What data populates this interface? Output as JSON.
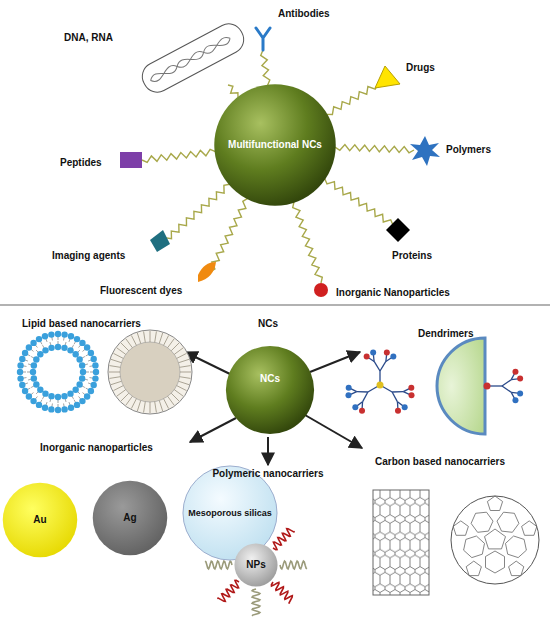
{
  "diagram": {
    "nodes": [
      {
        "text": [
          "Multifunctional NCs"
        ]
      },
      {
        "text": [
          "NCs"
        ]
      },
      {
        "text": [
          "Au"
        ]
      },
      {
        "text": [
          "Ag"
        ]
      },
      {
        "text": [
          "Mesoporous silicas"
        ]
      },
      {
        "text": [
          "NPs"
        ]
      }
    ],
    "labels": [
      "Antibodies",
      "DNA, RNA",
      "Drugs",
      "Polymers",
      "Peptides",
      "Proteins",
      "Imaging agents",
      "Fluorescent dyes",
      "Inorganic Nanoparticles",
      "Lipid based nanocarriers",
      "NCs",
      "Dendrimers",
      "Inorganic nanoparticles",
      "Polymeric nanocarriers",
      "Carbon based nanocarriers"
    ]
  }
}
